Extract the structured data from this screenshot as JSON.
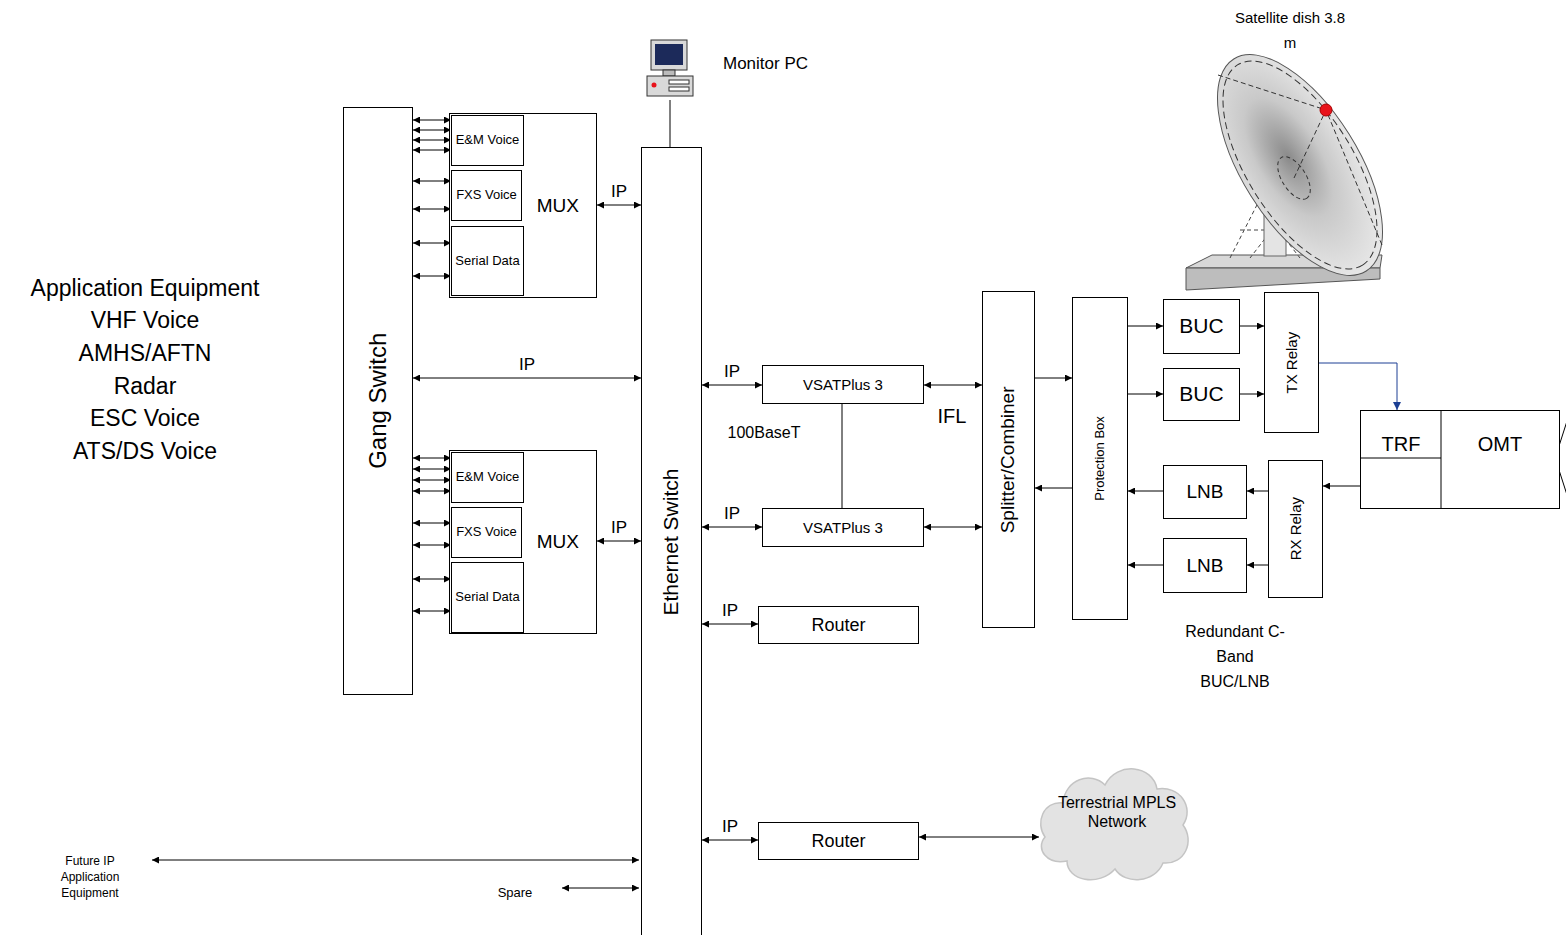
{
  "diagram": {
    "nodes": [
      {
        "text": [
          "Gang Switch"
        ]
      },
      {
        "text": [
          "MUX"
        ]
      },
      {
        "text": [
          "E&M Voice"
        ],
        "in": 1
      },
      {
        "text": [
          "FXS Voice"
        ],
        "in": 1
      },
      {
        "text": [
          "Serial Data"
        ],
        "in": 1
      },
      {
        "text": [
          "MUX"
        ]
      },
      {
        "text": [
          "E&M Voice"
        ],
        "in": 5
      },
      {
        "text": [
          "FXS Voice"
        ],
        "in": 5
      },
      {
        "text": [
          "Serial Data"
        ],
        "in": 5
      },
      {
        "text": [
          "Monitor PC"
        ]
      },
      {
        "text": [
          "Ethernet Switch"
        ]
      },
      {
        "text": [
          "VSATPlus 3"
        ]
      },
      {
        "text": [
          "VSATPlus 3"
        ]
      },
      {
        "text": [
          "Router"
        ]
      },
      {
        "text": [
          "Router"
        ]
      },
      {
        "text": [
          "Terrestrial MPLS Network"
        ]
      },
      {
        "text": [
          "Splitter/Combiner"
        ]
      },
      {
        "text": [
          "Protection Box"
        ]
      },
      {
        "text": [
          "BUC"
        ]
      },
      {
        "text": [
          "BUC"
        ]
      },
      {
        "text": [
          "TX Relay"
        ]
      },
      {
        "text": [
          "LNB"
        ]
      },
      {
        "text": [
          "LNB"
        ]
      },
      {
        "text": [
          "RX Relay"
        ]
      },
      {
        "text": [
          "TRF",
          "OMT"
        ]
      }
    ],
    "edges": [
      {
        "from": 0,
        "to": 2,
        "arrow": "both"
      },
      {
        "from": 0,
        "to": 2,
        "arrow": "both"
      },
      {
        "from": 0,
        "to": 2,
        "arrow": "both"
      },
      {
        "from": 0,
        "to": 2,
        "arrow": "both"
      },
      {
        "from": 0,
        "to": 3,
        "arrow": "both"
      },
      {
        "from": 0,
        "to": 3,
        "arrow": "both"
      },
      {
        "from": 0,
        "to": 4,
        "arrow": "both"
      },
      {
        "from": 0,
        "to": 4,
        "arrow": "both"
      },
      {
        "from": 0,
        "to": 6,
        "arrow": "both"
      },
      {
        "from": 0,
        "to": 6,
        "arrow": "both"
      },
      {
        "from": 0,
        "to": 6,
        "arrow": "both"
      },
      {
        "from": 0,
        "to": 6,
        "arrow": "both"
      },
      {
        "from": 0,
        "to": 7,
        "arrow": "both"
      },
      {
        "from": 0,
        "to": 7,
        "arrow": "both"
      },
      {
        "from": 0,
        "to": 8,
        "arrow": "both"
      },
      {
        "from": 0,
        "to": 8,
        "arrow": "both"
      },
      {
        "from": 1,
        "to": 10,
        "label": "IP",
        "arrow": "both"
      },
      {
        "from": 0,
        "to": 10,
        "label": "IP",
        "arrow": "both"
      },
      {
        "from": 5,
        "to": 10,
        "label": "IP",
        "arrow": "both"
      },
      {
        "from": 9,
        "to": 10,
        "arrow": "none"
      },
      {
        "from": 10,
        "to": 11,
        "label": "IP",
        "arrow": "both"
      },
      {
        "from": 10,
        "to": 12,
        "label": "IP",
        "arrow": "both"
      },
      {
        "from": 10,
        "to": 13,
        "label": "IP",
        "arrow": "both"
      },
      {
        "from": 10,
        "to": 14,
        "label": "IP",
        "arrow": "both"
      },
      {
        "from": 11,
        "to": 12,
        "arrow": "none"
      },
      {
        "from": 11,
        "to": 16,
        "arrow": "both"
      },
      {
        "from": 12,
        "to": 16,
        "arrow": "both"
      },
      {
        "from": 14,
        "to": 15,
        "arrow": "both"
      },
      {
        "from": 16,
        "to": 17,
        "arrow": "to"
      },
      {
        "from": 17,
        "to": 16,
        "arrow": "to"
      },
      {
        "from": 17,
        "to": 18,
        "arrow": "to"
      },
      {
        "from": 17,
        "to": 19,
        "arrow": "to"
      },
      {
        "from": 18,
        "to": 20,
        "arrow": "to"
      },
      {
        "from": 19,
        "to": 20,
        "arrow": "to"
      },
      {
        "from": 20,
        "to": 24,
        "arrow": "to"
      },
      {
        "from": 24,
        "to": 23,
        "arrow": "to"
      },
      {
        "from": 23,
        "to": 21,
        "arrow": "to"
      },
      {
        "from": 23,
        "to": 22,
        "arrow": "to"
      },
      {
        "from": 21,
        "to": 17,
        "arrow": "to"
      },
      {
        "from": 22,
        "to": 17,
        "arrow": "to"
      }
    ],
    "labels": [
      "Application Equipment",
      "VHF Voice",
      "AMHS/AFTN",
      "Radar",
      "ESC Voice",
      "ATS/DS Voice",
      "100BaseT",
      "IFL",
      "Redundant C-Band BUC/LNB",
      "Future IP Application Equipment",
      "Spare",
      "Satellite dish 3.8 m"
    ]
  }
}
